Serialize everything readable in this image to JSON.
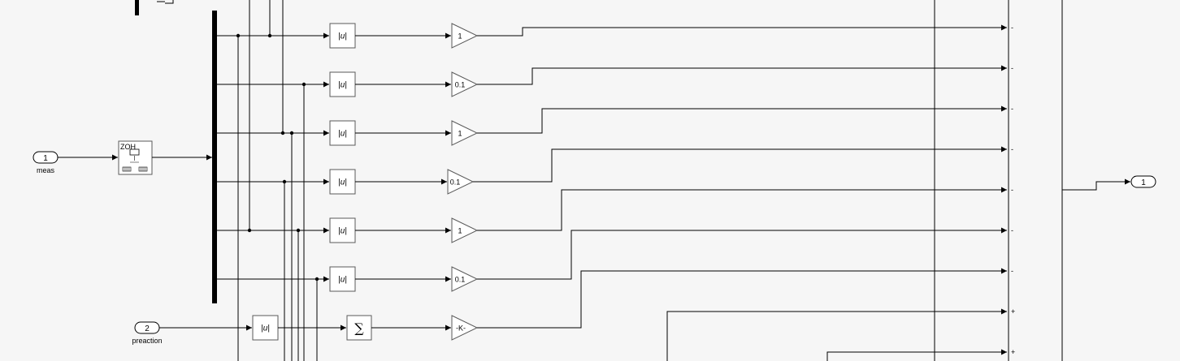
{
  "inports": [
    {
      "number": "1",
      "name": "meas"
    },
    {
      "number": "2",
      "name": "preaction"
    }
  ],
  "outport": {
    "number": "1"
  },
  "zoh": {
    "label": "ZOH"
  },
  "abs_label": "|u|",
  "gains": [
    "1",
    "0.1",
    "1",
    "0.1",
    "1",
    "0.1",
    "-K-"
  ],
  "sum_symbol": "∑",
  "signs": [
    "-",
    "-",
    "-",
    "-",
    "-",
    "-",
    "-",
    "+",
    "+"
  ]
}
